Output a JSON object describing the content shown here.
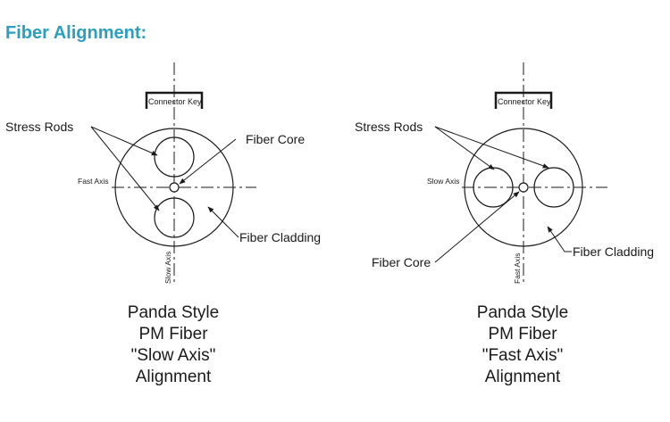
{
  "title": "Fiber Alignment:",
  "left": {
    "connector_key": "Connector Key",
    "stress_rods": "Stress Rods",
    "fiber_core": "Fiber Core",
    "fiber_cladding": "Fiber Cladding",
    "horizontal_axis": "Fast Axis",
    "vertical_axis": "Slow Axis",
    "caption": [
      "Panda Style",
      "PM Fiber",
      "\"Slow Axis\"",
      "Alignment"
    ]
  },
  "right": {
    "connector_key": "Connector Key",
    "stress_rods": "Stress Rods",
    "fiber_core": "Fiber Core",
    "fiber_cladding": "Fiber Cladding",
    "horizontal_axis": "Slow Axis",
    "vertical_axis": "Fast Axis",
    "caption": [
      "Panda Style",
      "PM Fiber",
      "\"Fast Axis\"",
      "Alignment"
    ]
  },
  "colors": {
    "title": "#2a9fbf",
    "ink": "#1a1a1a"
  }
}
